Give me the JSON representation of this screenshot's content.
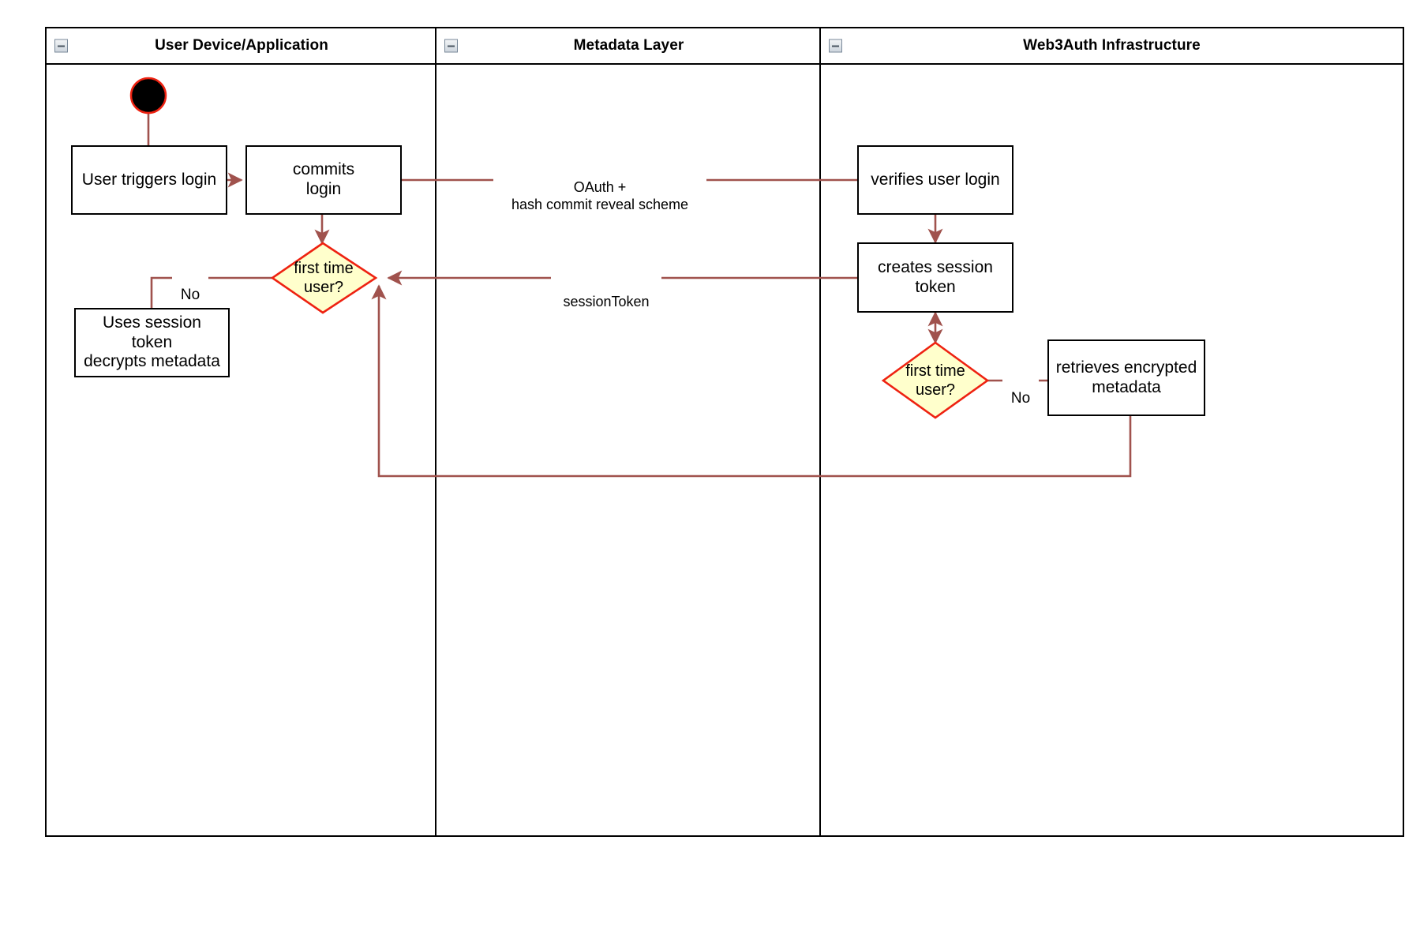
{
  "diagram": {
    "type": "activity-swimlane-diagram",
    "lanes": [
      {
        "id": "lane-user",
        "title": "User Device/Application",
        "collapse_icon": "collapse-minus-icon"
      },
      {
        "id": "lane-metadata",
        "title": "Metadata Layer",
        "collapse_icon": "collapse-minus-icon"
      },
      {
        "id": "lane-web3auth",
        "title": "Web3Auth Infrastructure",
        "collapse_icon": "collapse-minus-icon"
      }
    ],
    "nodes": [
      {
        "id": "start",
        "kind": "start-node",
        "label": ""
      },
      {
        "id": "user-triggers-login",
        "kind": "action",
        "label": "User triggers login"
      },
      {
        "id": "commits-login",
        "kind": "action",
        "label": "commits\nlogin"
      },
      {
        "id": "first-time-user-left",
        "kind": "decision",
        "label": "first time\nuser?"
      },
      {
        "id": "uses-session-token",
        "kind": "action",
        "label": "Uses session\ntoken\ndecrypts metadata"
      },
      {
        "id": "verifies-user-login",
        "kind": "action",
        "label": "verifies user login"
      },
      {
        "id": "creates-session-token",
        "kind": "action",
        "label": "creates session\ntoken"
      },
      {
        "id": "first-time-user-right",
        "kind": "decision",
        "label": "first time\nuser?"
      },
      {
        "id": "retrieves-encrypted-metadata",
        "kind": "action",
        "label": "retrieves encrypted\nmetadata"
      }
    ],
    "edge_labels": [
      {
        "id": "oauth-label",
        "text": "OAuth +\nhash commit reveal scheme"
      },
      {
        "id": "session-token-label",
        "text": "sessionToken"
      },
      {
        "id": "no-label-left",
        "text": "No"
      },
      {
        "id": "no-label-right",
        "text": "No"
      }
    ],
    "colors": {
      "connector": "#a0524d",
      "decision_fill": "#ffffcc",
      "decision_stroke": "#ee2211",
      "node_stroke": "#000000",
      "node_fill": "#ffffff",
      "start_fill": "#000000",
      "start_stroke": "#ee2211",
      "lane_border": "#000000"
    }
  }
}
